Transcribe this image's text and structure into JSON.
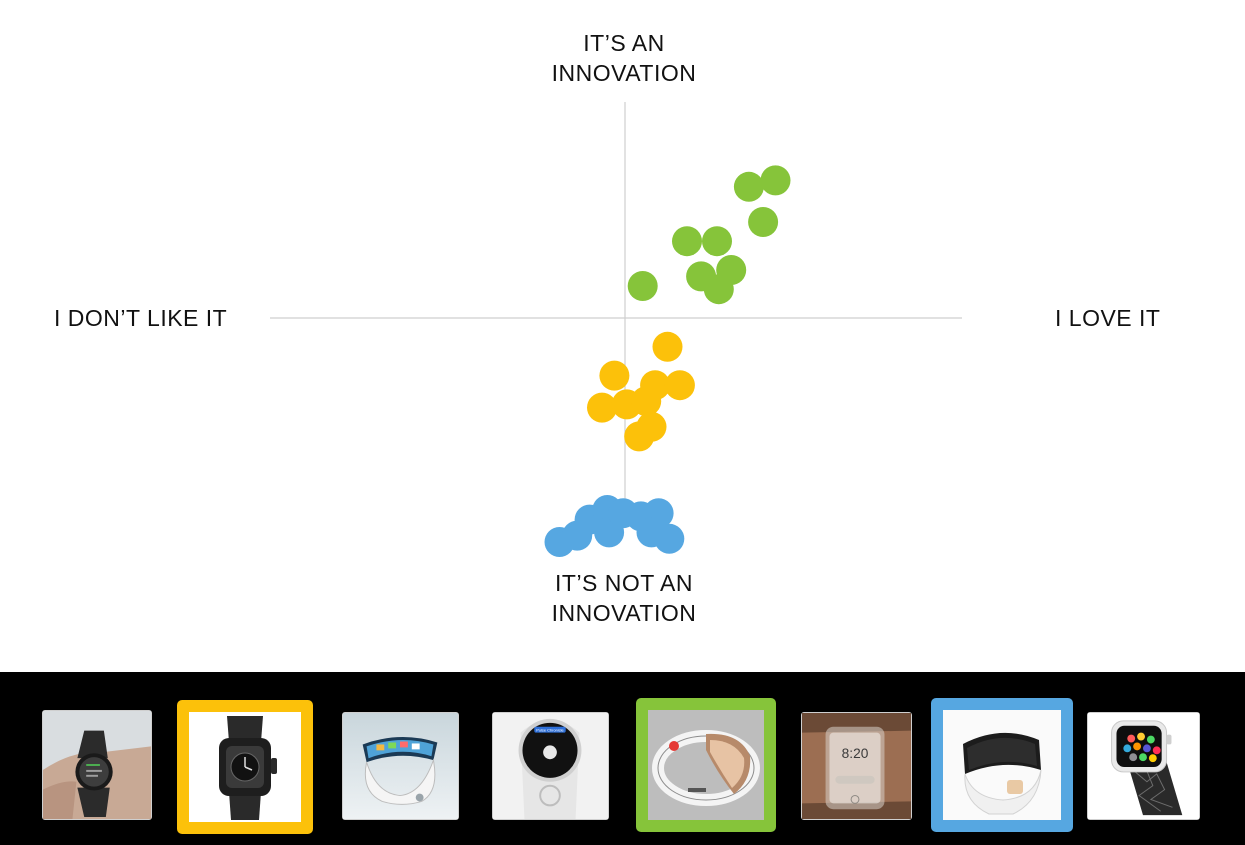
{
  "axes": {
    "top": "IT’S AN\nINNOVATION",
    "bottom": "IT’S NOT AN\nINNOVATION",
    "left": "I DON’T LIKE IT",
    "right": "I LOVE IT"
  },
  "chart_data": {
    "type": "scatter",
    "title": "",
    "xlabel": "",
    "ylabel": "",
    "xlim": [
      -10,
      10
    ],
    "ylim": [
      -10,
      10
    ],
    "grid": false,
    "series": [
      {
        "color": "#86c43a",
        "points": [
          [
            1.0,
            1.0
          ],
          [
            3.5,
            2.4
          ],
          [
            5.2,
            2.4
          ],
          [
            4.3,
            1.3
          ],
          [
            5.3,
            0.9
          ],
          [
            6.0,
            1.5
          ],
          [
            7.0,
            4.1
          ],
          [
            8.5,
            4.3
          ],
          [
            7.8,
            3.0
          ]
        ]
      },
      {
        "color": "#fcc10a",
        "points": [
          [
            2.4,
            -0.9
          ],
          [
            -0.6,
            -1.8
          ],
          [
            -1.3,
            -2.8
          ],
          [
            0.1,
            -2.7
          ],
          [
            1.2,
            -2.6
          ],
          [
            1.7,
            -2.1
          ],
          [
            3.1,
            -2.1
          ],
          [
            1.5,
            -3.4
          ],
          [
            0.8,
            -3.7
          ]
        ]
      },
      {
        "color": "#56a7e1",
        "points": [
          [
            -3.7,
            -7.0
          ],
          [
            -2.7,
            -6.8
          ],
          [
            -2.0,
            -6.3
          ],
          [
            -1.0,
            -6.0
          ],
          [
            -0.9,
            -6.7
          ],
          [
            -0.1,
            -6.1
          ],
          [
            0.9,
            -6.2
          ],
          [
            1.9,
            -6.1
          ],
          [
            1.5,
            -6.7
          ],
          [
            2.5,
            -6.9
          ]
        ]
      }
    ]
  },
  "thumbnails": [
    {
      "subject": "round-smartwatch-on-wrist",
      "frame": null
    },
    {
      "subject": "rugged-black-watch",
      "frame": "#fcc10a"
    },
    {
      "subject": "curved-screen-bangle-watch",
      "frame": null
    },
    {
      "subject": "round-apple-concept-watch",
      "frame": null
    },
    {
      "subject": "oval-bangle-concept-watch",
      "frame": "#86c43a"
    },
    {
      "subject": "transparent-wrist-display",
      "frame": null
    },
    {
      "subject": "white-curved-watch",
      "frame": "#56a7e1"
    },
    {
      "subject": "apple-watch-geometric-band",
      "frame": null
    }
  ],
  "thumbnail_text": {
    "t4_time": "Pulse Chronicle",
    "t6_time": "8:20"
  }
}
